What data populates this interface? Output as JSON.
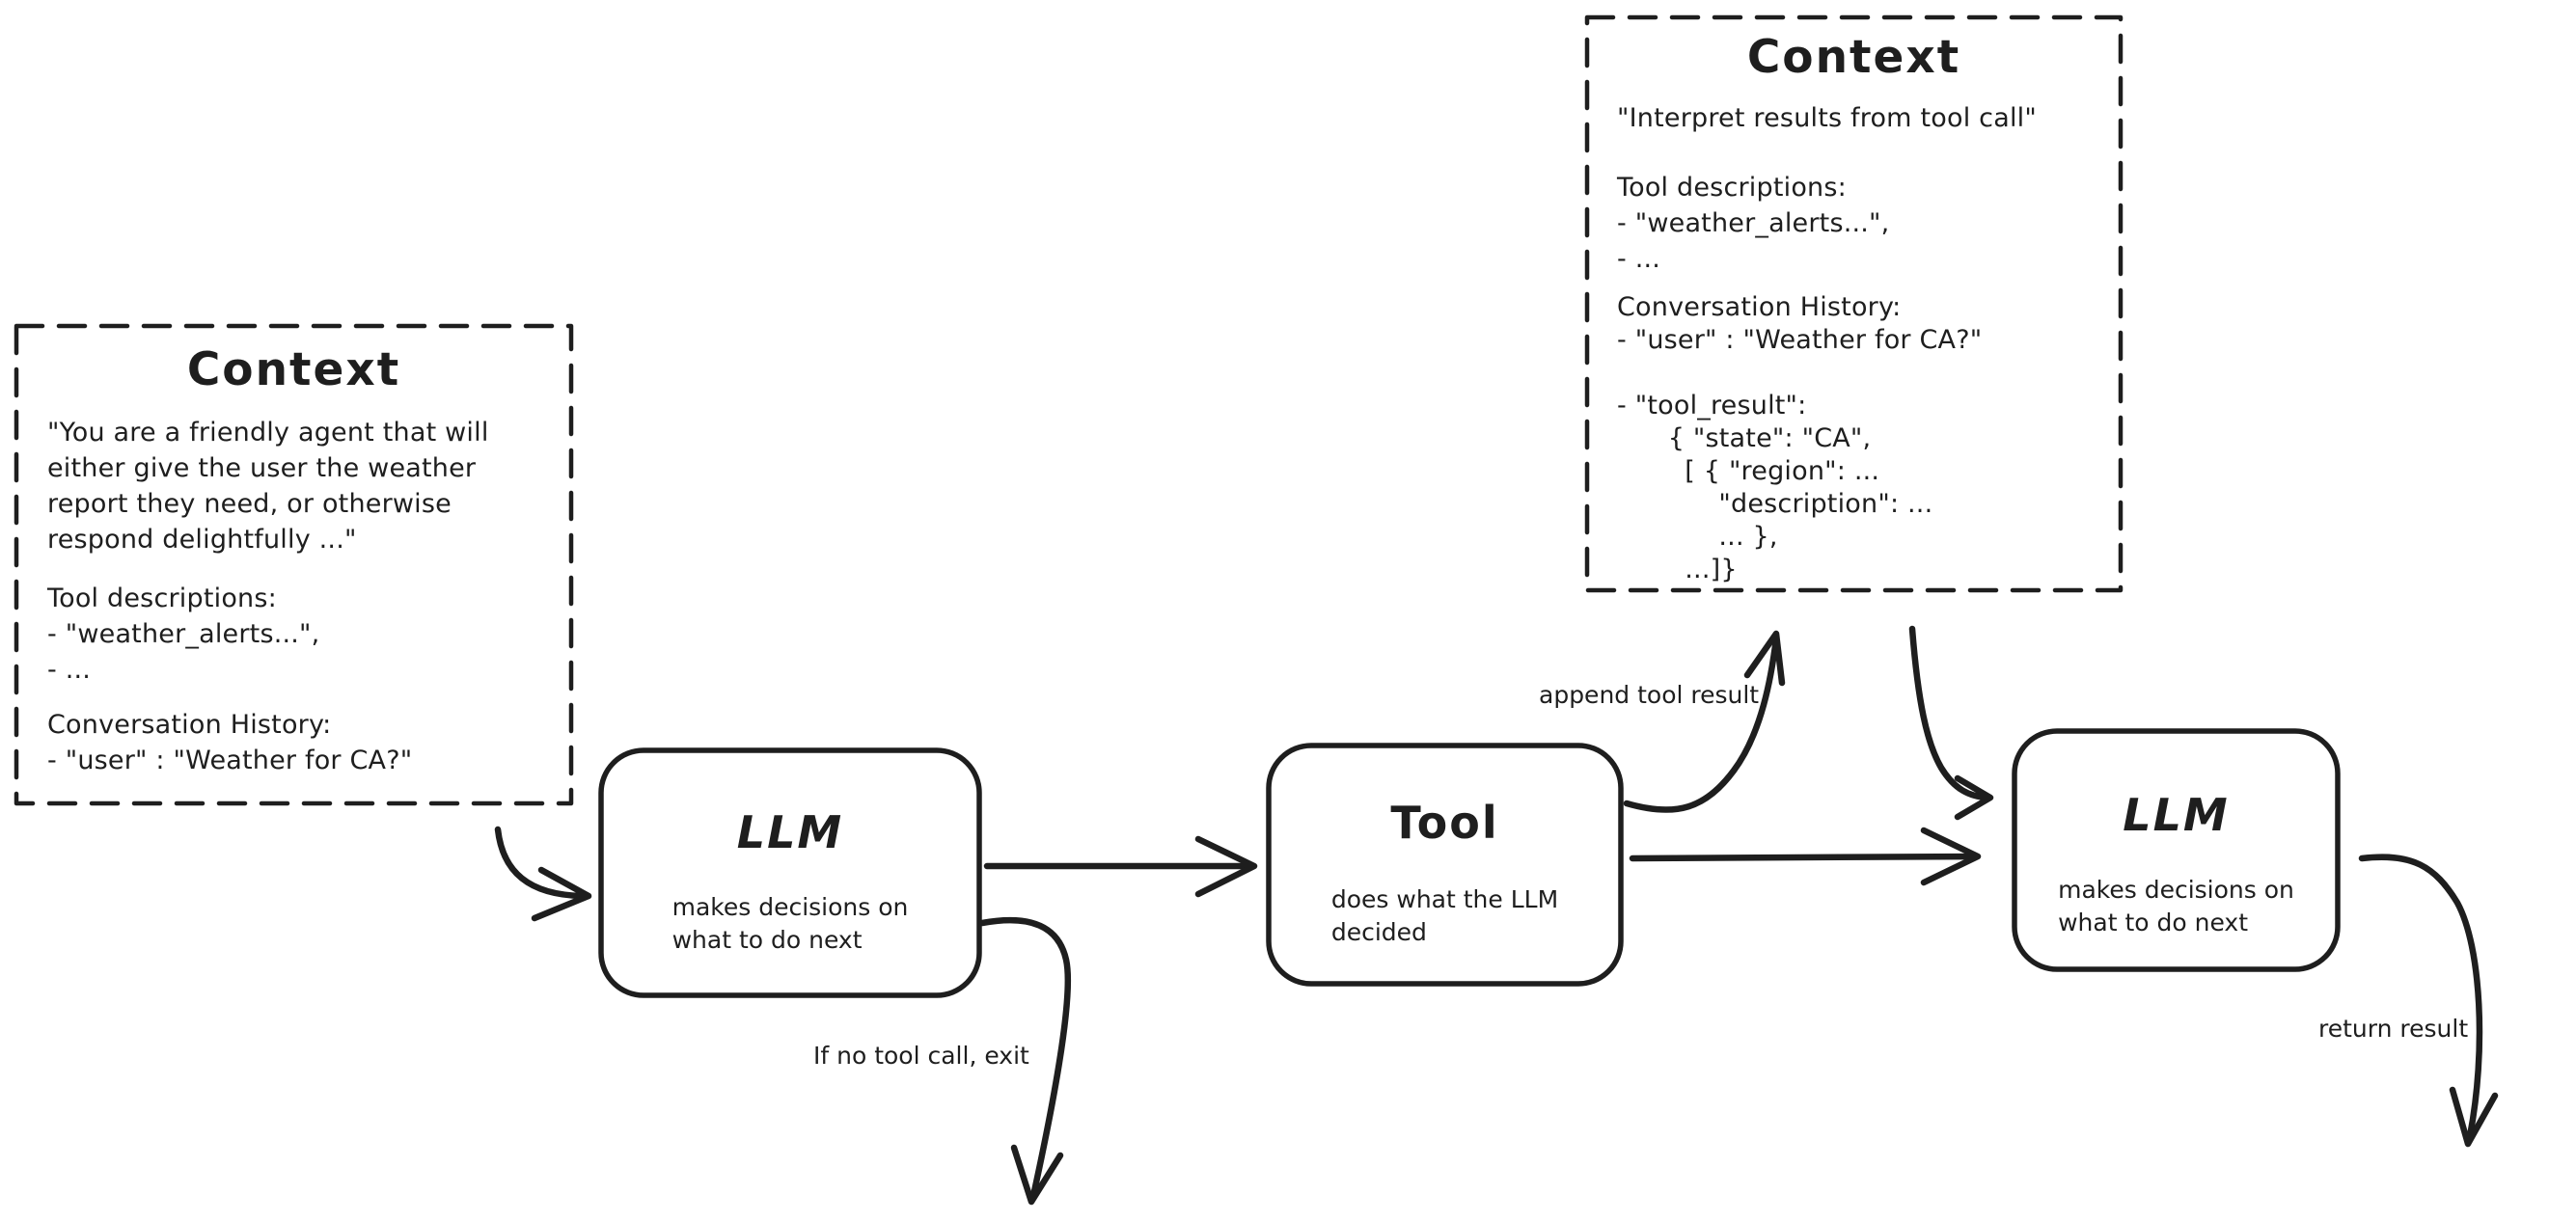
{
  "canvas": {
    "ink": "#1e1e1e",
    "background": "#ffffff"
  },
  "context_left": {
    "title": "Context",
    "system_prompt": "\"You are a friendly agent that will\neither give the user the weather\nreport they need, or otherwise\nrespond delightfully ...\"",
    "tool_descriptions": "Tool descriptions:\n- \"weather_alerts...\",\n- ...",
    "conversation_history": "Conversation History:\n- \"user\" : \"Weather for CA?\""
  },
  "context_top": {
    "title": "Context",
    "instruction": "\"Interpret results from tool call\"",
    "tool_descriptions": "Tool descriptions:\n- \"weather_alerts...\",\n- ...",
    "conversation_history": "Conversation History:\n- \"user\" : \"Weather for CA?\"\n\n- \"tool_result\":\n      { \"state\": \"CA\",\n        [ { \"region\": ...\n            \"description\": ...\n            ... },\n        ...]}"
  },
  "nodes": {
    "llm_first": {
      "title": "LLM",
      "subtitle": "makes decisions on\nwhat to do next"
    },
    "tool": {
      "title": "Tool",
      "subtitle": "does what the LLM\ndecided"
    },
    "llm_second": {
      "title": "LLM",
      "subtitle": "makes decisions on\nwhat to do next"
    }
  },
  "edge_labels": {
    "append_tool_result": "append tool result",
    "no_tool_call_exit": "If no tool call, exit",
    "return_result": "return result"
  }
}
